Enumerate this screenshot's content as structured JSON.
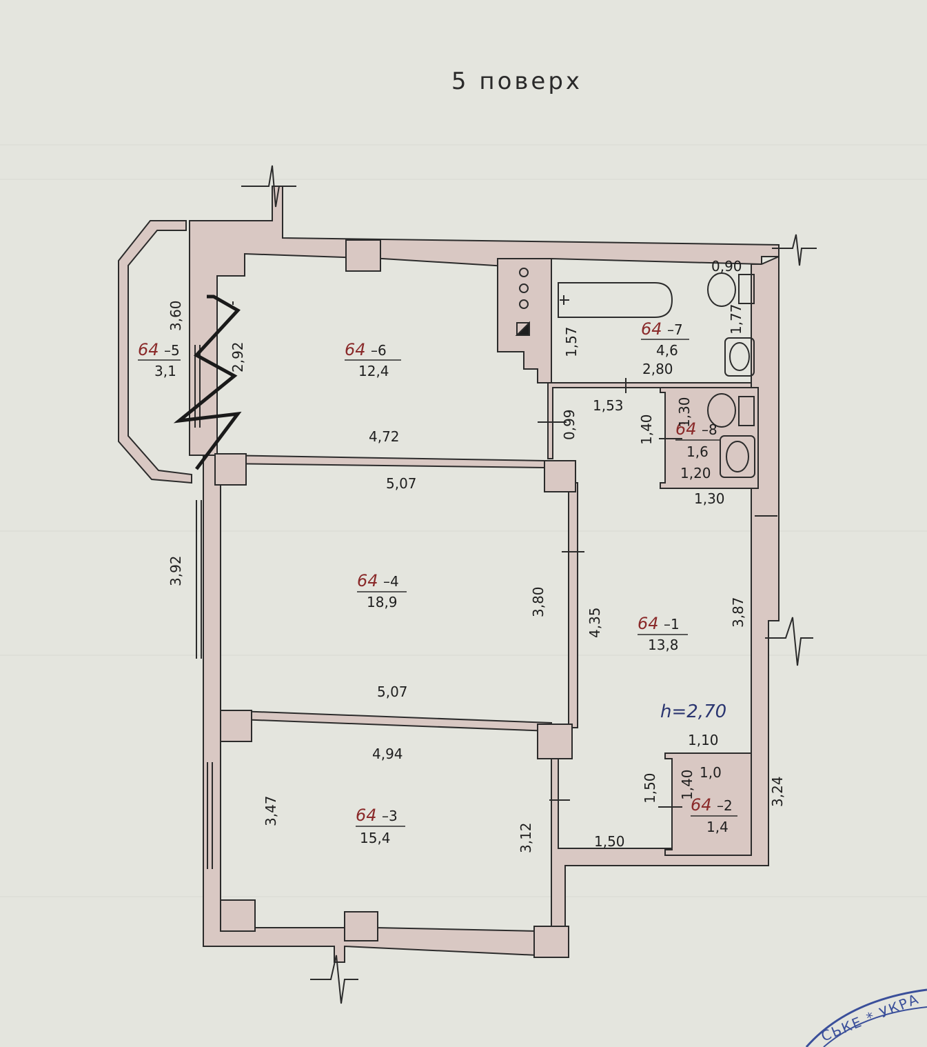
{
  "title": "5 поверх",
  "height_note": "h=2,70",
  "stamp_text": "СЬКЕ * УКРА",
  "colors": {
    "wall": "#d9c8c3",
    "line": "#2b2b2b",
    "code": "#8a2a2a",
    "ink": "#2a3570",
    "paper": "#e4e5de"
  },
  "rooms": [
    {
      "id": "r5",
      "code": "64",
      "suffix": "–5",
      "area": "3,1"
    },
    {
      "id": "r6",
      "code": "64",
      "suffix": "–6",
      "area": "12,4"
    },
    {
      "id": "r7",
      "code": "64",
      "suffix": "–7",
      "area": "4,6"
    },
    {
      "id": "r8",
      "code": "64",
      "suffix": "–8",
      "area": "1,6"
    },
    {
      "id": "r4",
      "code": "64",
      "suffix": "–4",
      "area": "18,9"
    },
    {
      "id": "r1",
      "code": "64",
      "suffix": "–1",
      "area": "13,8"
    },
    {
      "id": "r3",
      "code": "64",
      "suffix": "–3",
      "area": "15,4"
    },
    {
      "id": "r2",
      "code": "64",
      "suffix": "–2",
      "area": "1,4"
    }
  ],
  "dimensions": [
    "3,60",
    "2,92",
    "4,72",
    "5,07",
    "0,99",
    "1,57",
    "2,80",
    "0,90",
    "1,77",
    "1,53",
    "1,40",
    "1,30",
    "1,20",
    "1,30",
    "3,92",
    "3,80",
    "4,35",
    "3,87",
    "5,07",
    "4,94",
    "1,10",
    "1,0",
    "1,40",
    "1,50",
    "3,24",
    "3,47",
    "3,12",
    "1,50"
  ]
}
